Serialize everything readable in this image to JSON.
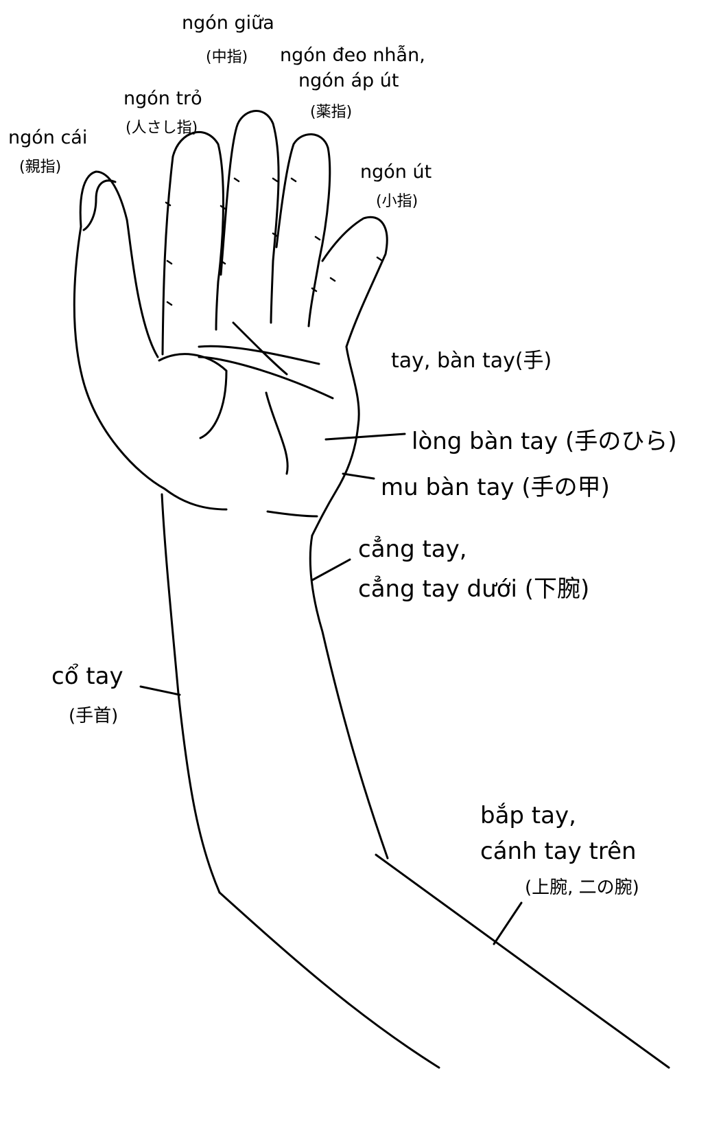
{
  "labels": {
    "thumb": {
      "vi": "ngón cái",
      "ja": "(親指)"
    },
    "index": {
      "vi": "ngón trỏ",
      "ja": "(人さし指)"
    },
    "middle": {
      "vi": "ngón giữa",
      "ja": "(中指)"
    },
    "ring": {
      "vi1": "ngón đeo nhẫn,",
      "vi2": "ngón áp út",
      "ja": "(薬指)"
    },
    "little": {
      "vi": "ngón út",
      "ja": "(小指)"
    },
    "hand": {
      "text": "tay, bàn tay(手)"
    },
    "palm": {
      "text": "lòng bàn tay (手のひら)"
    },
    "back_of_hand": {
      "text": "mu bàn tay (手の甲)"
    },
    "forearm": {
      "line1": "cẳng tay,",
      "line2": "cẳng tay dưới (下腕)"
    },
    "wrist": {
      "vi": "cổ tay",
      "ja": "(手首)"
    },
    "upper_arm": {
      "line1": "bắp tay,",
      "line2": "cánh tay trên",
      "ja": "(上腕, 二の腕)"
    }
  },
  "colors": {
    "ink": "#000000",
    "paper": "#ffffff"
  }
}
